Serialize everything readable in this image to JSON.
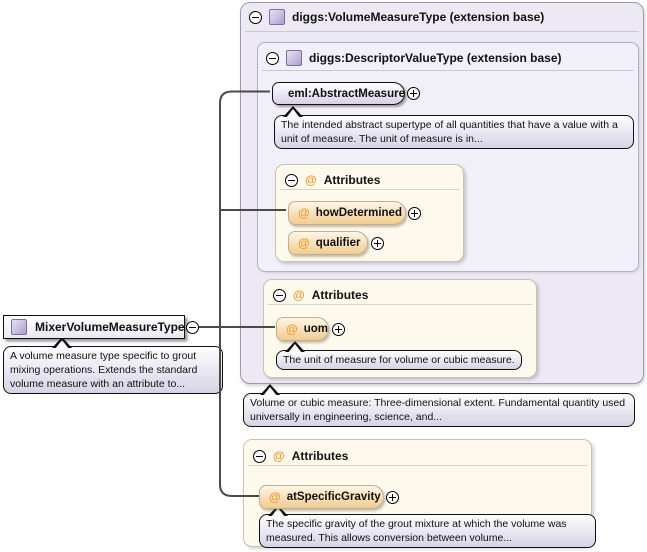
{
  "colors": {
    "lavender_box": "#ece9f4",
    "cream_box": "#fdf9ec",
    "pill_purple_gradient_end": "#d8d0e7",
    "pill_orange_gradient_end": "#f1cc90",
    "at_symbol_orange": "#ed9b2d",
    "connector_gray": "#4a4a4a"
  },
  "icons": {
    "at": "@"
  },
  "root_type": {
    "title": "diggs:VolumeMeasureType (extension base)",
    "doc": "Volume or cubic measure: Three-dimensional extent. Fundamental quantity used universally in engineering, science, and..."
  },
  "descriptor_type": {
    "title": "diggs:DescriptorValueType (extension base)"
  },
  "abstract_measure": {
    "label": "eml:AbstractMeasure",
    "doc": "The intended abstract supertype of all quantities that have a value with a unit of measure. The unit of measure is in..."
  },
  "descriptor_attrs": {
    "title": "Attributes",
    "attrs": [
      {
        "name": "howDetermined"
      },
      {
        "name": "qualifier"
      }
    ]
  },
  "volume_attrs": {
    "title": "Attributes",
    "attrs": [
      {
        "name": "uom",
        "doc": "The unit of measure for volume or cubic measure."
      }
    ]
  },
  "mixer_attrs": {
    "title": "Attributes",
    "attrs": [
      {
        "name": "atSpecificGravity",
        "doc": "The specific gravity of the grout mixture at which the volume was measured. This allows conversion between volume..."
      }
    ]
  },
  "main_element": {
    "label": "MixerVolumeMeasureType",
    "doc": "A volume measure type specific to grout mixing operations. Extends the standard volume measure with an attribute to..."
  }
}
